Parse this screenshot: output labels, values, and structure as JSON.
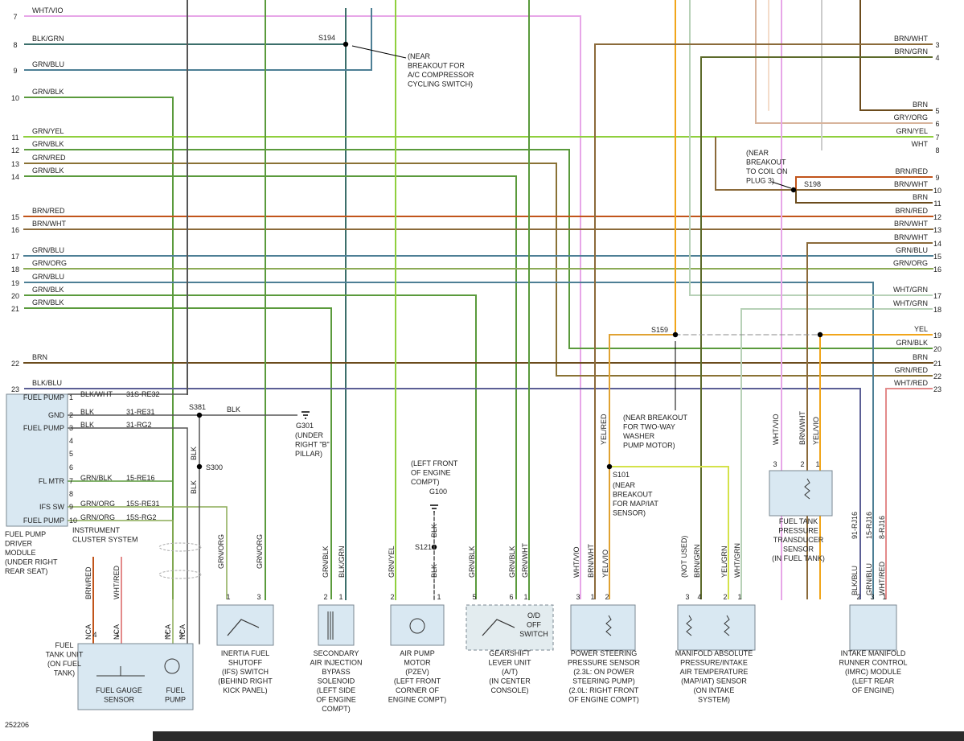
{
  "diagram_id": "252206",
  "left_wires": [
    {
      "num": "7",
      "label": "WHT/VIO"
    },
    {
      "num": "8",
      "label": "BLK/GRN"
    },
    {
      "num": "9",
      "label": "GRN/BLU"
    },
    {
      "num": "10",
      "label": "GRN/BLK"
    },
    {
      "num": "11",
      "label": "GRN/YEL"
    },
    {
      "num": "12",
      "label": "GRN/BLK"
    },
    {
      "num": "13",
      "label": "GRN/RED"
    },
    {
      "num": "14",
      "label": "GRN/BLK"
    },
    {
      "num": "15",
      "label": "BRN/RED"
    },
    {
      "num": "16",
      "label": "BRN/WHT"
    },
    {
      "num": "17",
      "label": "GRN/BLU"
    },
    {
      "num": "18",
      "label": "GRN/ORG"
    },
    {
      "num": "19",
      "label": "GRN/BLU"
    },
    {
      "num": "20",
      "label": "GRN/BLK"
    },
    {
      "num": "21",
      "label": "GRN/BLK"
    },
    {
      "num": "22",
      "label": "BRN"
    },
    {
      "num": "23",
      "label": "BLK/BLU"
    }
  ],
  "right_wires": [
    {
      "num": "3",
      "label": "BRN/WHT"
    },
    {
      "num": "4",
      "label": "BRN/GRN"
    },
    {
      "num": "5",
      "label": "BRN"
    },
    {
      "num": "6",
      "label": "GRY/ORG"
    },
    {
      "num": "7",
      "label": "GRN/YEL"
    },
    {
      "num": "8",
      "label": "WHT"
    },
    {
      "num": "9",
      "label": "BRN/RED"
    },
    {
      "num": "10",
      "label": "BRN/WHT"
    },
    {
      "num": "11",
      "label": "BRN"
    },
    {
      "num": "12",
      "label": "BRN/RED"
    },
    {
      "num": "13",
      "label": "BRN/WHT"
    },
    {
      "num": "14",
      "label": "BRN/WHT"
    },
    {
      "num": "15",
      "label": "GRN/BLU"
    },
    {
      "num": "16",
      "label": "GRN/ORG"
    },
    {
      "num": "17",
      "label": "WHT/GRN"
    },
    {
      "num": "18",
      "label": "WHT/GRN"
    },
    {
      "num": "19",
      "label": "YEL"
    },
    {
      "num": "20",
      "label": "GRN/BLK"
    },
    {
      "num": "21",
      "label": "BRN"
    },
    {
      "num": "22",
      "label": "GRN/RED"
    },
    {
      "num": "23",
      "label": "WHT/RED"
    }
  ],
  "splices": {
    "s194": "S194",
    "s198": "S198",
    "s159": "S159",
    "s381": "S381",
    "s300": "S300",
    "s101": "S101",
    "s121": "S121",
    "g301": "G301",
    "g100": "G100"
  },
  "notes": {
    "s194_lines": [
      "(NEAR",
      "BREAKOUT FOR",
      "A/C COMPRESSOR",
      "CYCLING SWITCH)"
    ],
    "s198_lines": [
      "(NEAR",
      "BREAKOUT",
      "TO COIL ON",
      "PLUG 3)"
    ],
    "s159_lines": [
      "(NEAR BREAKOUT",
      "FOR TWO-WAY",
      "WASHER",
      "PUMP MOTOR)"
    ],
    "g301_lines": [
      "(UNDER",
      "RIGHT \"B\"",
      "PILLAR)"
    ],
    "g100_lines": [
      "(LEFT FRONT",
      "OF ENGINE",
      "COMPT)"
    ],
    "s101_lines": [
      "(NEAR",
      "BREAKOUT",
      "FOR MAP/IAT",
      "SENSOR)"
    ]
  },
  "fpdm": {
    "pins": [
      {
        "label": "FUEL PUMP",
        "num": "1",
        "wire": "BLK/WHT",
        "circuit": "31S-RE32"
      },
      {
        "label": "GND",
        "num": "2",
        "wire": "BLK",
        "circuit": "31-RE31"
      },
      {
        "label": "FUEL PUMP",
        "num": "3",
        "wire": "BLK",
        "circuit": "31-RG2"
      },
      {
        "label": "",
        "num": "4",
        "wire": "",
        "circuit": ""
      },
      {
        "label": "",
        "num": "5",
        "wire": "",
        "circuit": ""
      },
      {
        "label": "",
        "num": "6",
        "wire": "",
        "circuit": ""
      },
      {
        "label": "FL MTR",
        "num": "7",
        "wire": "GRN/BLK",
        "circuit": "15-RE16"
      },
      {
        "label": "",
        "num": "8",
        "wire": "",
        "circuit": ""
      },
      {
        "label": "IFS SW",
        "num": "9",
        "wire": "GRN/ORG",
        "circuit": "15S-RE31"
      },
      {
        "label": "FUEL PUMP",
        "num": "10",
        "wire": "GRN/ORG",
        "circuit": "15S-RG2"
      }
    ],
    "name_lines": [
      "FUEL PUMP",
      "DRIVER",
      "MODULE",
      "(UNDER RIGHT",
      "REAR SEAT)"
    ],
    "ground_wire": "BLK"
  },
  "instrument_cluster": [
    "INSTRUMENT",
    "CLUSTER SYSTEM"
  ],
  "vertical_labels": {
    "blk_a": "BLK",
    "blk_b": "BLK",
    "ifs_1": "GRN/ORG",
    "ifs_3": "GRN/ORG",
    "sec_2": "GRN/BLK",
    "sec_1": "BLK/GRN",
    "air_2": "GRN/YEL",
    "air_1": "BLK",
    "g100_blk": "BLK",
    "gear_5": "GRN/BLK",
    "gear_6": "GRN/BLK",
    "gear_1": "GRN/WHT",
    "ps_3": "WHT/VIO",
    "ps_1": "BRN/WHT",
    "ps_2": "YEL/VIO",
    "ps_yelred": "YEL/RED",
    "map_3": "(NOT USED)",
    "map_4": "BRN/GRN",
    "map_2": "YEL/GRN",
    "map_1": "WHT/GRN",
    "ft_3": "WHT/VIO",
    "ft_2": "BRN/WHT",
    "ft_1": "YEL/VIO",
    "imrc_2": "BLK/BLU",
    "imrc_3": "GRN/BLU",
    "imrc_1": "WHT/RED",
    "imrc_c2": "91-RJ16",
    "imrc_c3": "15-RJ16",
    "imrc_c1": "8-RJ16",
    "fuel_4": "BRN/RED",
    "fuel_1": "WHT/RED",
    "fuel_nca4": "NCA",
    "fuel_nca1": "NCA",
    "fuel_nca2": "NCA",
    "fuel_nca3": "NCA"
  },
  "components": [
    {
      "id": "fuel_tank_unit",
      "lines": [
        "FUEL",
        "TANK UNIT",
        "(ON FUEL",
        "TANK)"
      ]
    },
    {
      "id": "fuel_gauge",
      "lines": [
        "FUEL GAUGE",
        "SENSOR"
      ]
    },
    {
      "id": "fuel_pump",
      "lines": [
        "FUEL",
        "PUMP"
      ]
    },
    {
      "id": "ifs",
      "lines": [
        "INERTIA FUEL",
        "SHUTOFF",
        "(IFS) SWITCH",
        "(BEHIND RIGHT",
        "KICK PANEL)"
      ]
    },
    {
      "id": "secondary",
      "lines": [
        "SECONDARY",
        "AIR INJECTION",
        "BYPASS",
        "SOLENOID",
        "(LEFT SIDE",
        "OF ENGINE",
        "COMPT)"
      ]
    },
    {
      "id": "air_pump",
      "lines": [
        "AIR PUMP",
        "MOTOR",
        "(PZEV)",
        "(LEFT FRONT",
        "CORNER OF",
        "ENGINE COMPT)"
      ]
    },
    {
      "id": "gearshift",
      "lines": [
        "GEARSHIFT",
        "LEVER UNIT",
        "(A/T)",
        "(IN CENTER",
        "CONSOLE)"
      ]
    },
    {
      "id": "od_off",
      "lines": [
        "O/D",
        "OFF",
        "SWITCH"
      ]
    },
    {
      "id": "ps_sensor",
      "lines": [
        "POWER STEERING",
        "PRESSURE SENSOR",
        "(2.3L: ON POWER",
        "STEERING PUMP)",
        "(2.0L: RIGHT FRONT",
        "OF ENGINE COMPT)"
      ]
    },
    {
      "id": "map",
      "lines": [
        "MANIFOLD ABSOLUTE",
        "PRESSURE/INTAKE",
        "AIR TEMPERATURE",
        "(MAP/IAT) SENSOR",
        "(ON INTAKE",
        "SYSTEM)"
      ]
    },
    {
      "id": "fuel_tank_pressure",
      "lines": [
        "FUEL TANK",
        "PRESSURE",
        "TRANSDUCER",
        "SENSOR",
        "(IN FUEL TANK)"
      ]
    },
    {
      "id": "imrc",
      "lines": [
        "INTAKE MANIFOLD",
        "RUNNER CONTROL",
        "(IMRC) MODULE",
        "(LEFT REAR",
        "OF ENGINE)"
      ]
    }
  ],
  "pin_numbers": {
    "ifs": [
      "1",
      "3"
    ],
    "sec": [
      "2",
      "1"
    ],
    "air": [
      "2",
      "1"
    ],
    "gear": [
      "5",
      "6",
      "1"
    ],
    "ps": [
      "3",
      "1",
      "2"
    ],
    "map": [
      "3",
      "4",
      "2",
      "1"
    ],
    "ft": [
      "3",
      "2",
      "1"
    ],
    "imrc": [
      "2",
      "3",
      "1"
    ],
    "fuel": [
      "4",
      "1",
      "2",
      "3"
    ]
  },
  "colors": {
    "wht_vio": "#e7a6e8",
    "blk_grn": "#3c6f6b",
    "grn_blu": "#4d7f95",
    "grn_blk": "#5a9a3c",
    "grn_yel": "#8fcf3d",
    "grn_red": "#8a7235",
    "brn_red": "#c1541a",
    "brn_wht": "#8b6a3a",
    "grn_org": "#8cab56",
    "brn": "#6b4b1c",
    "blk_blu": "#5b5f95",
    "brn_grn": "#5c6a2a",
    "gry_org": "#d8b49c",
    "wht": "#cccccc",
    "yel": "#f1a51a",
    "wht_grn": "#b7d1b7",
    "wht_red": "#e38a8a",
    "yel_grn": "#d4e24a",
    "yel_vio": "#e0a232",
    "blk": "#555555"
  }
}
